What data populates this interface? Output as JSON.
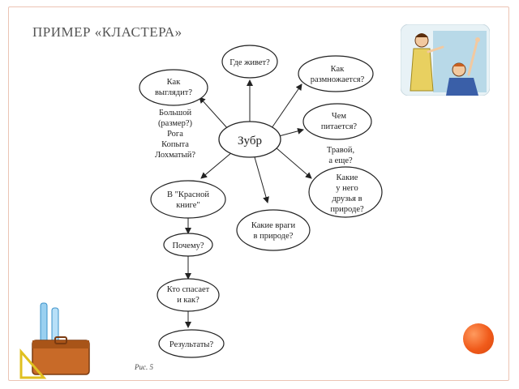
{
  "slide": {
    "title": "ПРИМЕР «КЛАСТЕРА»",
    "caption": "Рис. 5",
    "accent_color": "#f26522",
    "frame_color": "#ecc4b4"
  },
  "diagram": {
    "center": "Зубр",
    "nodes": {
      "where_lives": "Где живет?",
      "reproduces": [
        "Как",
        "размножается?"
      ],
      "looks": [
        "Как",
        "выглядит?"
      ],
      "eats": [
        "Чем",
        "питается?"
      ],
      "friends": [
        "Какие",
        "у него",
        "друзья в",
        "природе?"
      ],
      "red_book": [
        "В  \"Красной",
        "книге\""
      ],
      "enemies": [
        "Какие враги",
        "в природе?"
      ],
      "why": "Почему?",
      "who_saves": [
        "Кто  спасает",
        "и как?"
      ],
      "results": "Результаты?"
    },
    "annotations": {
      "looks_answers": [
        "Большой",
        "(размер?)",
        "Рога",
        "Копыта",
        "Лохматый?"
      ],
      "eats_answers": [
        "Травой,",
        "а еще?"
      ]
    }
  },
  "icons": {
    "top_right": "teacher-student-icon",
    "bottom_left": "briefcase-tools-icon"
  }
}
